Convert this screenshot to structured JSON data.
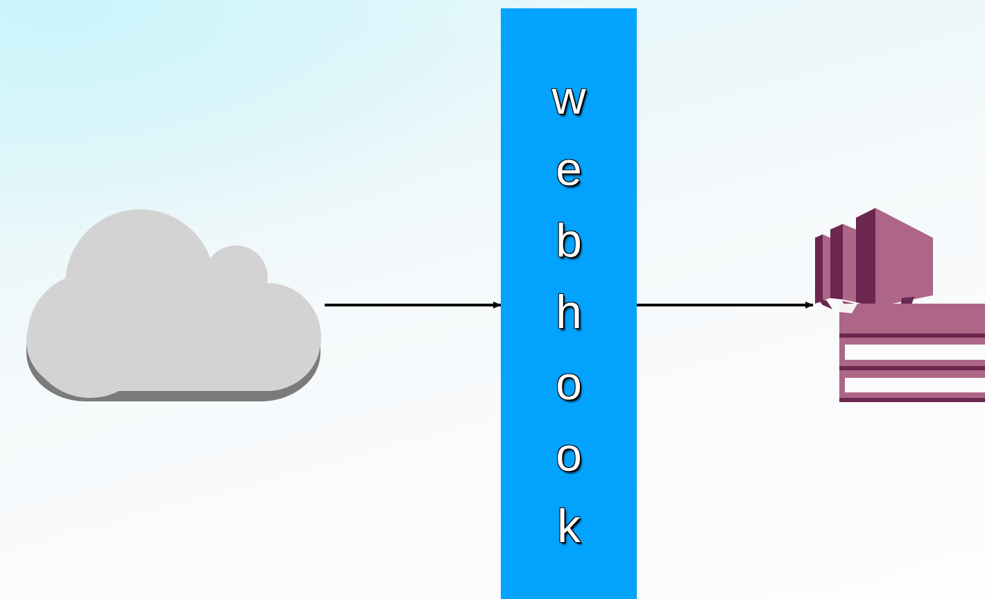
{
  "nodes": {
    "source": {
      "icon": "cloud-icon",
      "color": "#d3d3d3",
      "shadow_color": "#7b7b7b"
    },
    "webhook": {
      "label": "webhook",
      "letters": [
        "w",
        "e",
        "b",
        "h",
        "o",
        "o",
        "k"
      ],
      "color": "#03a2fd",
      "text_color": "#ffffff"
    },
    "target": {
      "icon": "database-shard-icon",
      "color": "#ad6688",
      "dark_color": "#6a2750"
    }
  },
  "edges": [
    {
      "from": "source",
      "to": "webhook",
      "style": "arrow"
    },
    {
      "from": "webhook",
      "to": "target",
      "style": "arrow"
    }
  ]
}
